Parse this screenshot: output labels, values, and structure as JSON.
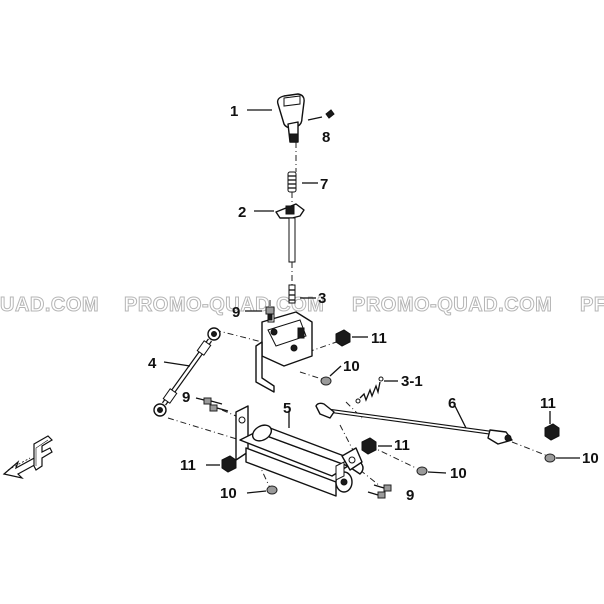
{
  "watermark": {
    "segments": [
      "UAD.COM",
      "PROMO-QUAD.COM",
      "PROMO-QUAD.COM",
      "PF"
    ],
    "color": "#b5b5b5"
  },
  "callouts": {
    "c1": "1",
    "c2": "2",
    "c3": "3",
    "c3_1": "3-1",
    "c4": "4",
    "c5": "5",
    "c6": "6",
    "c7": "7",
    "c8": "8",
    "c9a": "9",
    "c9b": "9",
    "c9c": "9",
    "c10a": "10",
    "c10b": "10",
    "c10c": "10",
    "c10d": "10",
    "c11a": "11",
    "c11b": "11",
    "c11c": "11",
    "c11d": "11"
  },
  "direction_marker": {
    "letter": "F",
    "icon": "front-direction-arrow-icon"
  },
  "colors": {
    "ink": "#111111",
    "background": "#ffffff"
  }
}
